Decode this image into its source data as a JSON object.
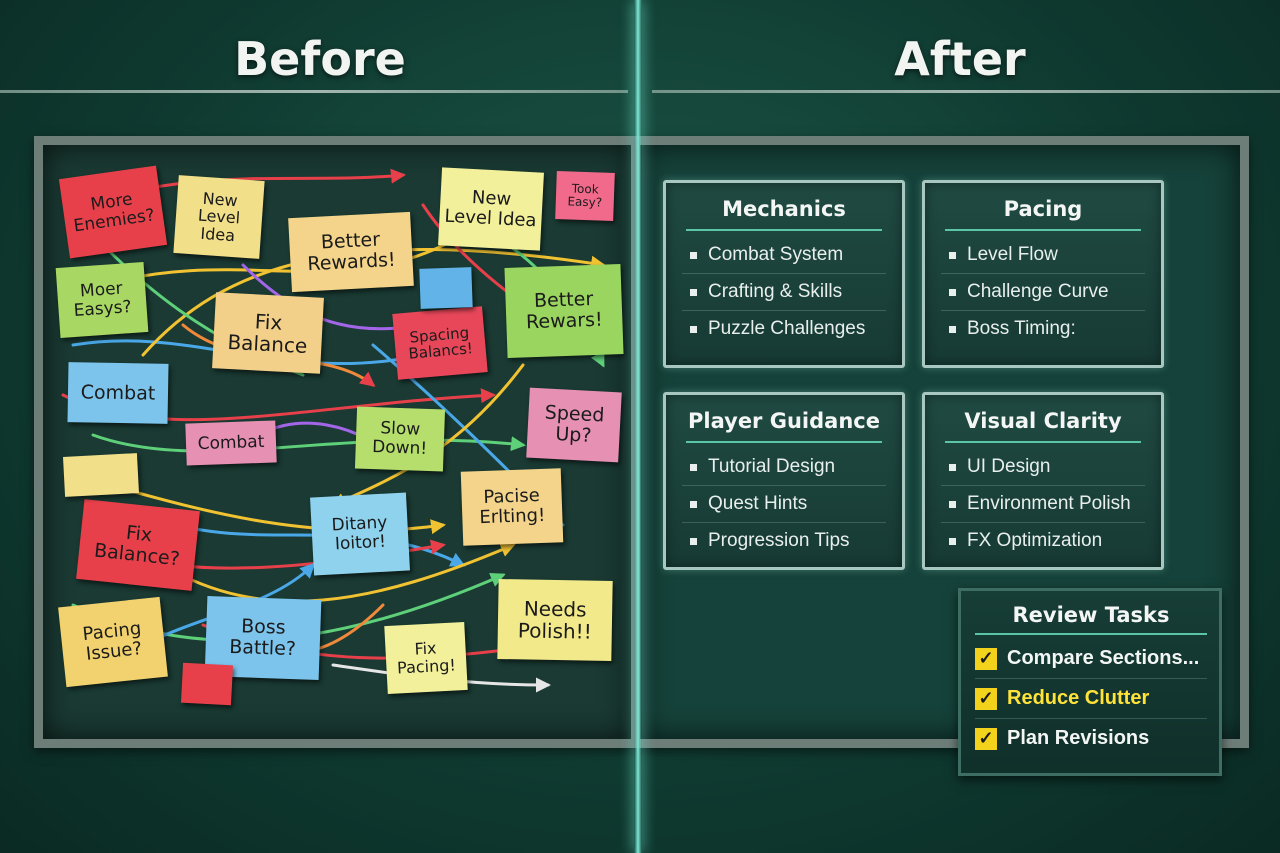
{
  "titles": {
    "before": "Before",
    "after": "After"
  },
  "colors": {
    "accent_rule": "#5bc5a8",
    "check_yellow": "#f2d21a",
    "highlight_text": "#ffe23a",
    "divider_glow": "#7fe8d6"
  },
  "before_board": {
    "notes": [
      {
        "text": "More\nEnemies?",
        "color": "#e8404a"
      },
      {
        "text": "New\nLevel\nIdea",
        "color": "#f1df8a"
      },
      {
        "text": "Better\nRewards!",
        "color": "#f3d48a"
      },
      {
        "text": "New\nLevel Idea",
        "color": "#f2f09a"
      },
      {
        "text": "Took\nEasy?",
        "color": "#f16a8c"
      },
      {
        "text": "Moer\nEasys?",
        "color": "#a8d863"
      },
      {
        "text": "Fix\nBalance",
        "color": "#f3d08a"
      },
      {
        "text": "Spacing\nBalancs!",
        "color": "#e8475a"
      },
      {
        "text": "Better\nRewars!",
        "color": "#9ad65f"
      },
      {
        "text": "Combat",
        "color": "#7cc4ec"
      },
      {
        "text": "Combat",
        "color": "#e690b4"
      },
      {
        "text": "Slow\nDown!",
        "color": "#b5de6c"
      },
      {
        "text": "Speed\nUp?",
        "color": "#e690b4"
      },
      {
        "text": "Pacise\nErlting!",
        "color": "#f3d48a"
      },
      {
        "text": "Fix\nBalance?",
        "color": "#e8404a"
      },
      {
        "text": "Ditany\nIoitor!",
        "color": "#8ed2ee"
      },
      {
        "text": "Pacing\nIssue?",
        "color": "#f1d26e"
      },
      {
        "text": "Boss\nBattle?",
        "color": "#7cc4ec"
      },
      {
        "text": "Fix\nPacing!",
        "color": "#f2f09a"
      },
      {
        "text": "Needs\nPolish!!",
        "color": "#f2e98a"
      }
    ]
  },
  "after_board": {
    "cards": [
      {
        "title": "Mechanics",
        "items": [
          "Combat System",
          "Crafting & Skills",
          "Puzzle Challenges"
        ]
      },
      {
        "title": "Pacing",
        "items": [
          "Level Flow",
          "Challenge Curve",
          "Boss Timing:"
        ]
      },
      {
        "title": "Player Guidance",
        "items": [
          "Tutorial Design",
          "Quest Hints",
          "Progression Tips"
        ]
      },
      {
        "title": "Visual Clarity",
        "items": [
          "UI Design",
          "Environment Polish",
          "FX Optimization"
        ]
      }
    ]
  },
  "review": {
    "title": "Review Tasks",
    "tasks": [
      {
        "label": "Compare Sections...",
        "highlight": false
      },
      {
        "label": "Reduce Clutter",
        "highlight": true
      },
      {
        "label": "Plan Revisions",
        "highlight": false
      }
    ],
    "check_icon": "check-icon"
  }
}
